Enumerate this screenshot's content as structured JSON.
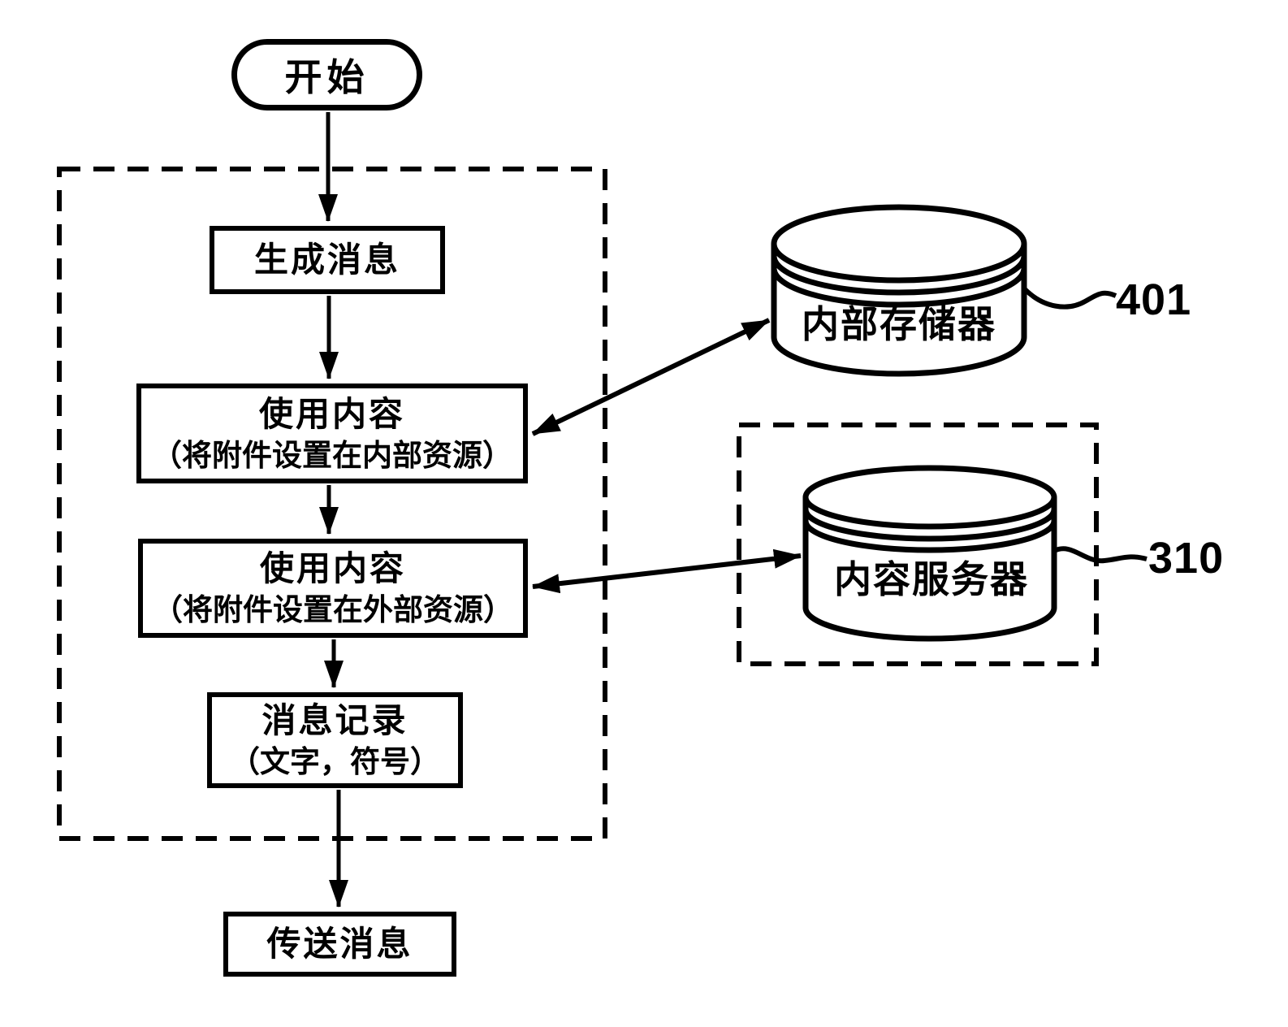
{
  "colors": {
    "ink": "#000000",
    "paper": "#ffffff"
  },
  "start": {
    "label": "开始"
  },
  "flow": {
    "steps": [
      {
        "lines": [
          "生成消息"
        ]
      },
      {
        "lines": [
          "使用内容",
          "（将附件设置在内部资源）"
        ]
      },
      {
        "lines": [
          "使用内容",
          "（将附件设置在外部资源）"
        ]
      },
      {
        "lines": [
          "消息记录",
          "（文字，符号）"
        ]
      },
      {
        "lines": [
          "传送消息"
        ]
      }
    ]
  },
  "stores": [
    {
      "label": "内部存储器",
      "ref": "401"
    },
    {
      "label": "内容服务器",
      "ref": "310"
    }
  ]
}
